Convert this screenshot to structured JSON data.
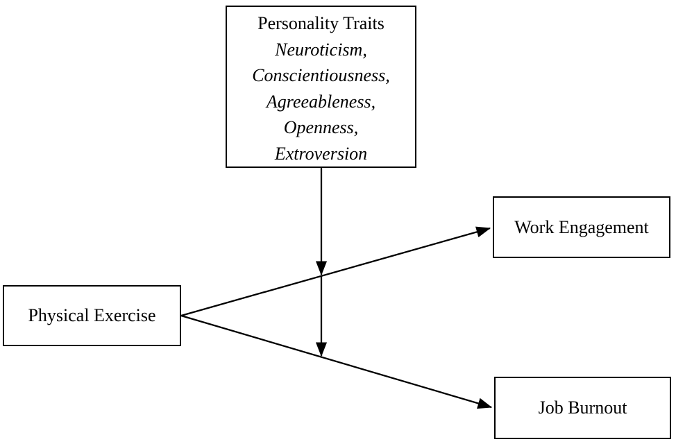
{
  "diagram": {
    "type": "conceptual-model",
    "background_color": "#ffffff",
    "line_color": "#000000",
    "text_color": "#000000",
    "nodes": {
      "personality_traits": {
        "title": "Personality Traits",
        "items": [
          "Neuroticism,",
          "Conscientiousness,",
          "Agreeableness,",
          "Openness,",
          "Extroversion"
        ]
      },
      "physical_exercise": {
        "label": "Physical Exercise"
      },
      "work_engagement": {
        "label": "Work Engagement"
      },
      "job_burnout": {
        "label": "Job Burnout"
      }
    },
    "edges": [
      {
        "from": "physical_exercise",
        "to": "work_engagement",
        "style": "arrow"
      },
      {
        "from": "physical_exercise",
        "to": "job_burnout",
        "style": "arrow"
      },
      {
        "from": "personality_traits",
        "to": "path_exercise_work_engagement",
        "style": "arrow",
        "role": "moderation"
      },
      {
        "from": "personality_traits",
        "to": "path_exercise_job_burnout",
        "style": "arrow",
        "role": "moderation"
      }
    ]
  }
}
